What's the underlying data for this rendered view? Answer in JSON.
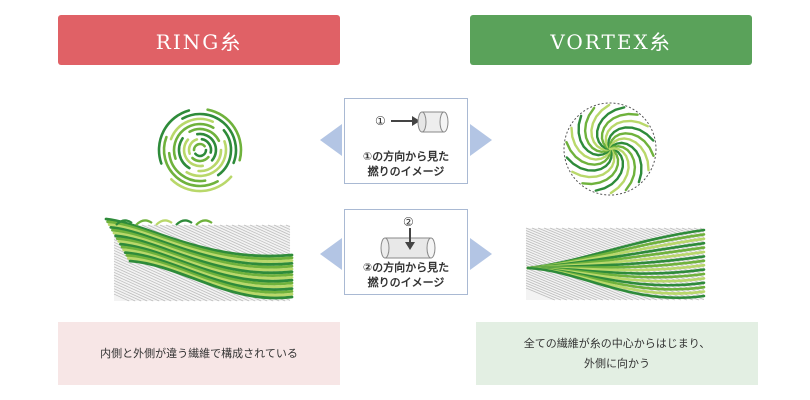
{
  "ring": {
    "title": "RING糸",
    "description": "内側と外側が違う繊維で構成されている",
    "color": "#e06166"
  },
  "vortex": {
    "title": "VORTEX糸",
    "description_line1": "全ての繊維が糸の中心からはじまり、",
    "description_line2": "外側に向かう",
    "color": "#5aa25a"
  },
  "view1": {
    "marker": "①",
    "caption_line1": "①の方向から見た",
    "caption_line2": "撚りのイメージ"
  },
  "view2": {
    "marker": "②",
    "caption_line1": "②の方向から見た",
    "caption_line2": "撚りのイメージ"
  },
  "colors": {
    "fiber_dark": "#2e8b3a",
    "fiber_mid": "#6fb23c",
    "fiber_light": "#b9d86a",
    "arrow_fill": "#b3c5e4",
    "panel_border": "#a9b9d3"
  }
}
